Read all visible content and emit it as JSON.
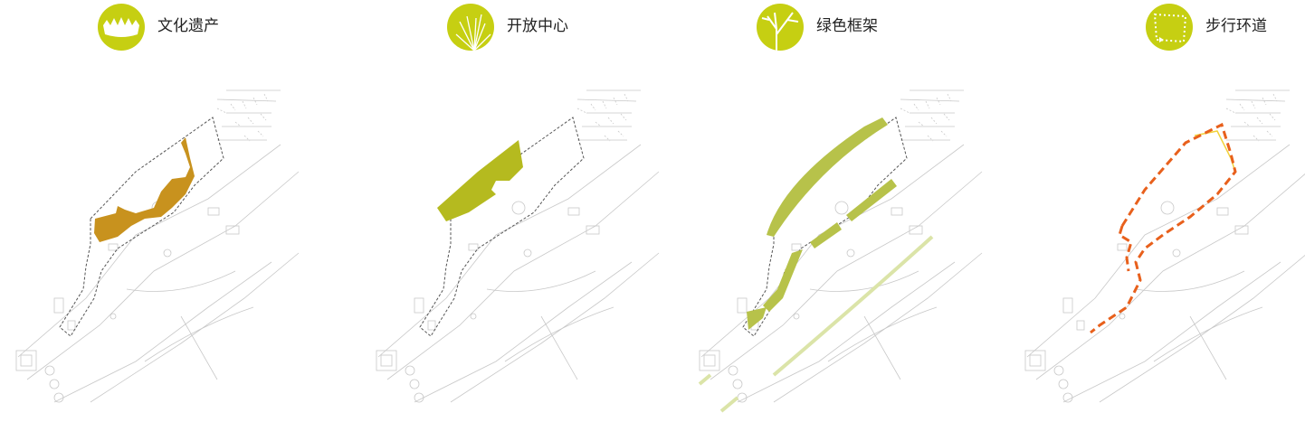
{
  "panels": [
    {
      "title": "文化遗产",
      "icon": "crown-grass-icon"
    },
    {
      "title": "开放中心",
      "icon": "grass-burst-icon"
    },
    {
      "title": "绿色框架",
      "icon": "tree-icon"
    },
    {
      "title": "步行环道",
      "icon": "dotted-loop-icon"
    }
  ],
  "colors": {
    "icon_bg": "#c6cf12",
    "heritage": "#c8921e",
    "open_center": "#b5ba1f",
    "green_frame": "#b7c24a",
    "green_frame_light": "#dbe4a8",
    "walk_loop": "#e8601c",
    "walk_loop_secondary": "#f2d23a",
    "base_lines": "#c8c8c8"
  }
}
